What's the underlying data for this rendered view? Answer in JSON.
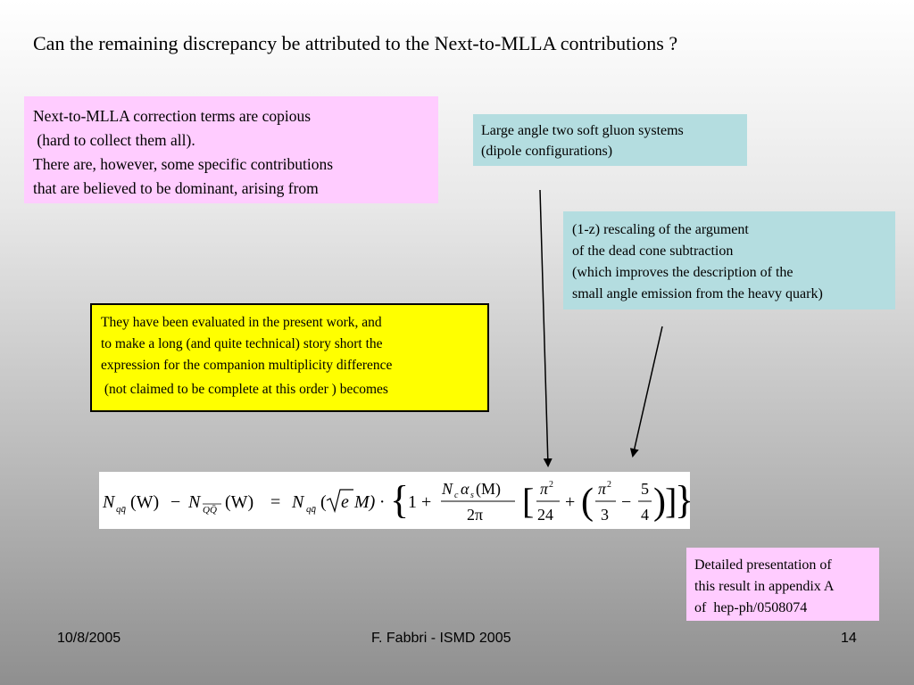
{
  "slide": {
    "title": "Can the remaining discrepancy be attributed to the Next-to-MLLA contributions ?",
    "intro_box": {
      "lines": [
        "Next-to-MLLA correction terms are copious",
        " (hard to collect them all).",
        "There are, however, some specific contributions",
        "that are believed to be dominant, arising from"
      ]
    },
    "gluon_box": {
      "lines": [
        "Large angle two soft gluon systems",
        "(dipole configurations)"
      ]
    },
    "rescaling_box": {
      "lines": [
        "(1-z) rescaling of the argument",
        "of the dead cone subtraction",
        "(which improves the description of the",
        "small angle emission from the heavy quark)"
      ]
    },
    "evaluated_box": {
      "lines": [
        "They have been evaluated in the present work, and",
        "to make a long (and quite technical) story short the",
        "expression for the companion multiplicity difference",
        " (not claimed to be complete at this order ) becomes"
      ]
    },
    "appendix_box": {
      "lines": [
        "Detailed presentation of",
        "this result in appendix A",
        "of  hep-ph/0508074"
      ]
    },
    "formula": {
      "lhs_a": "N",
      "lhs_a_sub": "qq̄",
      "lhs_b": "N",
      "lhs_b_sub": "QQ̄",
      "arg_w": "(W)",
      "minus": "−",
      "equals": "=",
      "rhs_sub": "qq̄",
      "sqrt_arg": "e",
      "rhs_m": "M) ·",
      "one_plus": "1 +",
      "frac_num": "N",
      "frac_num_sub_c": "c",
      "alpha": "α",
      "alpha_sub": "s",
      "frac_num_tail": "(M)",
      "frac_den": "2π",
      "pi2": "π",
      "sq": "2",
      "d24": "24",
      "d3": "3",
      "five": "5",
      "four": "4",
      "plus": "+",
      "minus2": "−"
    },
    "footer": {
      "date": "10/8/2005",
      "author": "F. Fabbri - ISMD 2005",
      "page": "14"
    }
  }
}
